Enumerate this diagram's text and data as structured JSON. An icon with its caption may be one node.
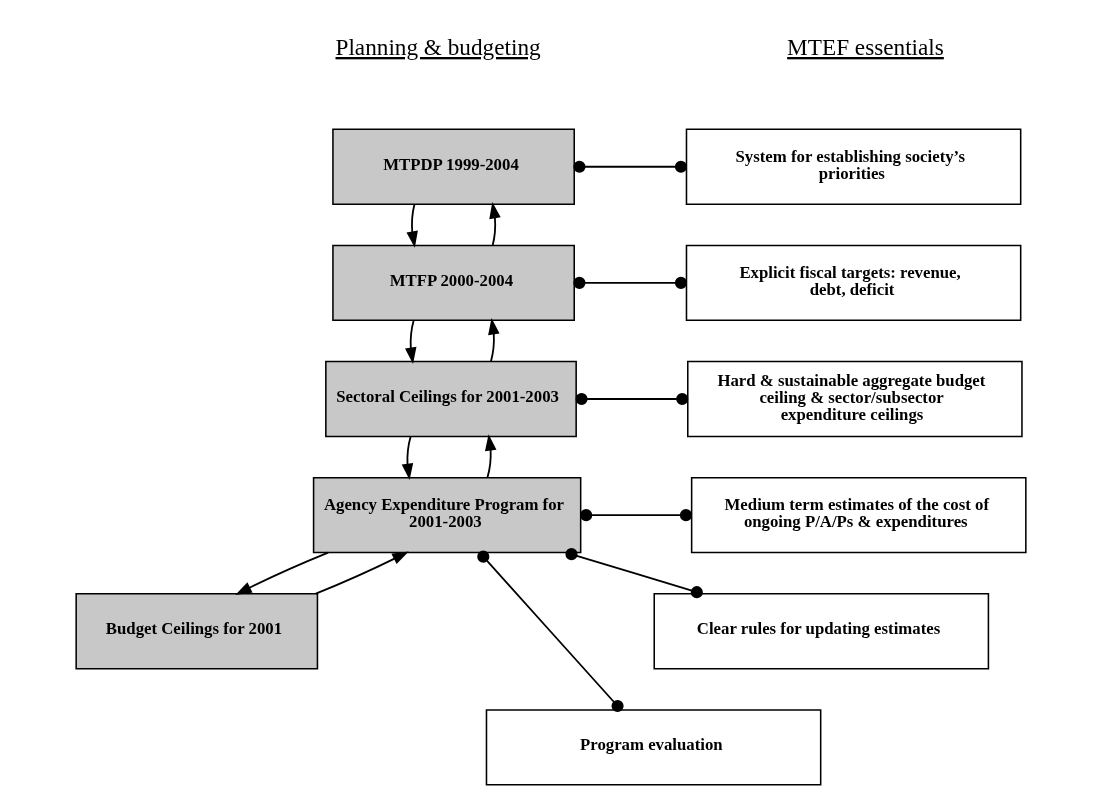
{
  "diagram": {
    "nodes": [
      {
        "text": [
          "MTPDP 1999-2004"
        ]
      },
      {
        "text": [
          "MTFP 2000-2004"
        ]
      },
      {
        "text": [
          "Sectoral Ceilings for 2001-2003"
        ]
      },
      {
        "text": [
          "Agency Expenditure Program for 2001-2003"
        ]
      },
      {
        "text": [
          "Budget Ceilings for 2001"
        ]
      },
      {
        "text": [
          "System for establishing society’s priorities"
        ]
      },
      {
        "text": [
          "Explicit fiscal targets: revenue, debt, deficit"
        ]
      },
      {
        "text": [
          "Hard & sustainable aggregate budget ceiling & sector/subsector expenditure ceilings"
        ]
      },
      {
        "text": [
          "Medium term estimates of the cost of ongoing P/A/Ps & expenditures"
        ]
      },
      {
        "text": [
          "Clear rules for updating estimates"
        ]
      },
      {
        "text": [
          "Program evaluation"
        ]
      }
    ],
    "edges": [
      {
        "from": 0,
        "to": 1,
        "arrow": "to"
      },
      {
        "from": 1,
        "to": 0,
        "arrow": "to"
      },
      {
        "from": 1,
        "to": 2,
        "arrow": "to"
      },
      {
        "from": 2,
        "to": 1,
        "arrow": "to"
      },
      {
        "from": 2,
        "to": 3,
        "arrow": "to"
      },
      {
        "from": 3,
        "to": 2,
        "arrow": "to"
      },
      {
        "from": 3,
        "to": 4,
        "arrow": "to"
      },
      {
        "from": 4,
        "to": 3,
        "arrow": "to"
      },
      {
        "from": 0,
        "to": 5,
        "arrow": "other"
      },
      {
        "from": 1,
        "to": 6,
        "arrow": "other"
      },
      {
        "from": 2,
        "to": 7,
        "arrow": "other"
      },
      {
        "from": 3,
        "to": 8,
        "arrow": "other"
      },
      {
        "from": 3,
        "to": 9,
        "arrow": "other"
      },
      {
        "from": 3,
        "to": 10,
        "arrow": "other"
      }
    ],
    "labels": [
      "Planning & budgeting",
      "MTEF essentials"
    ]
  }
}
